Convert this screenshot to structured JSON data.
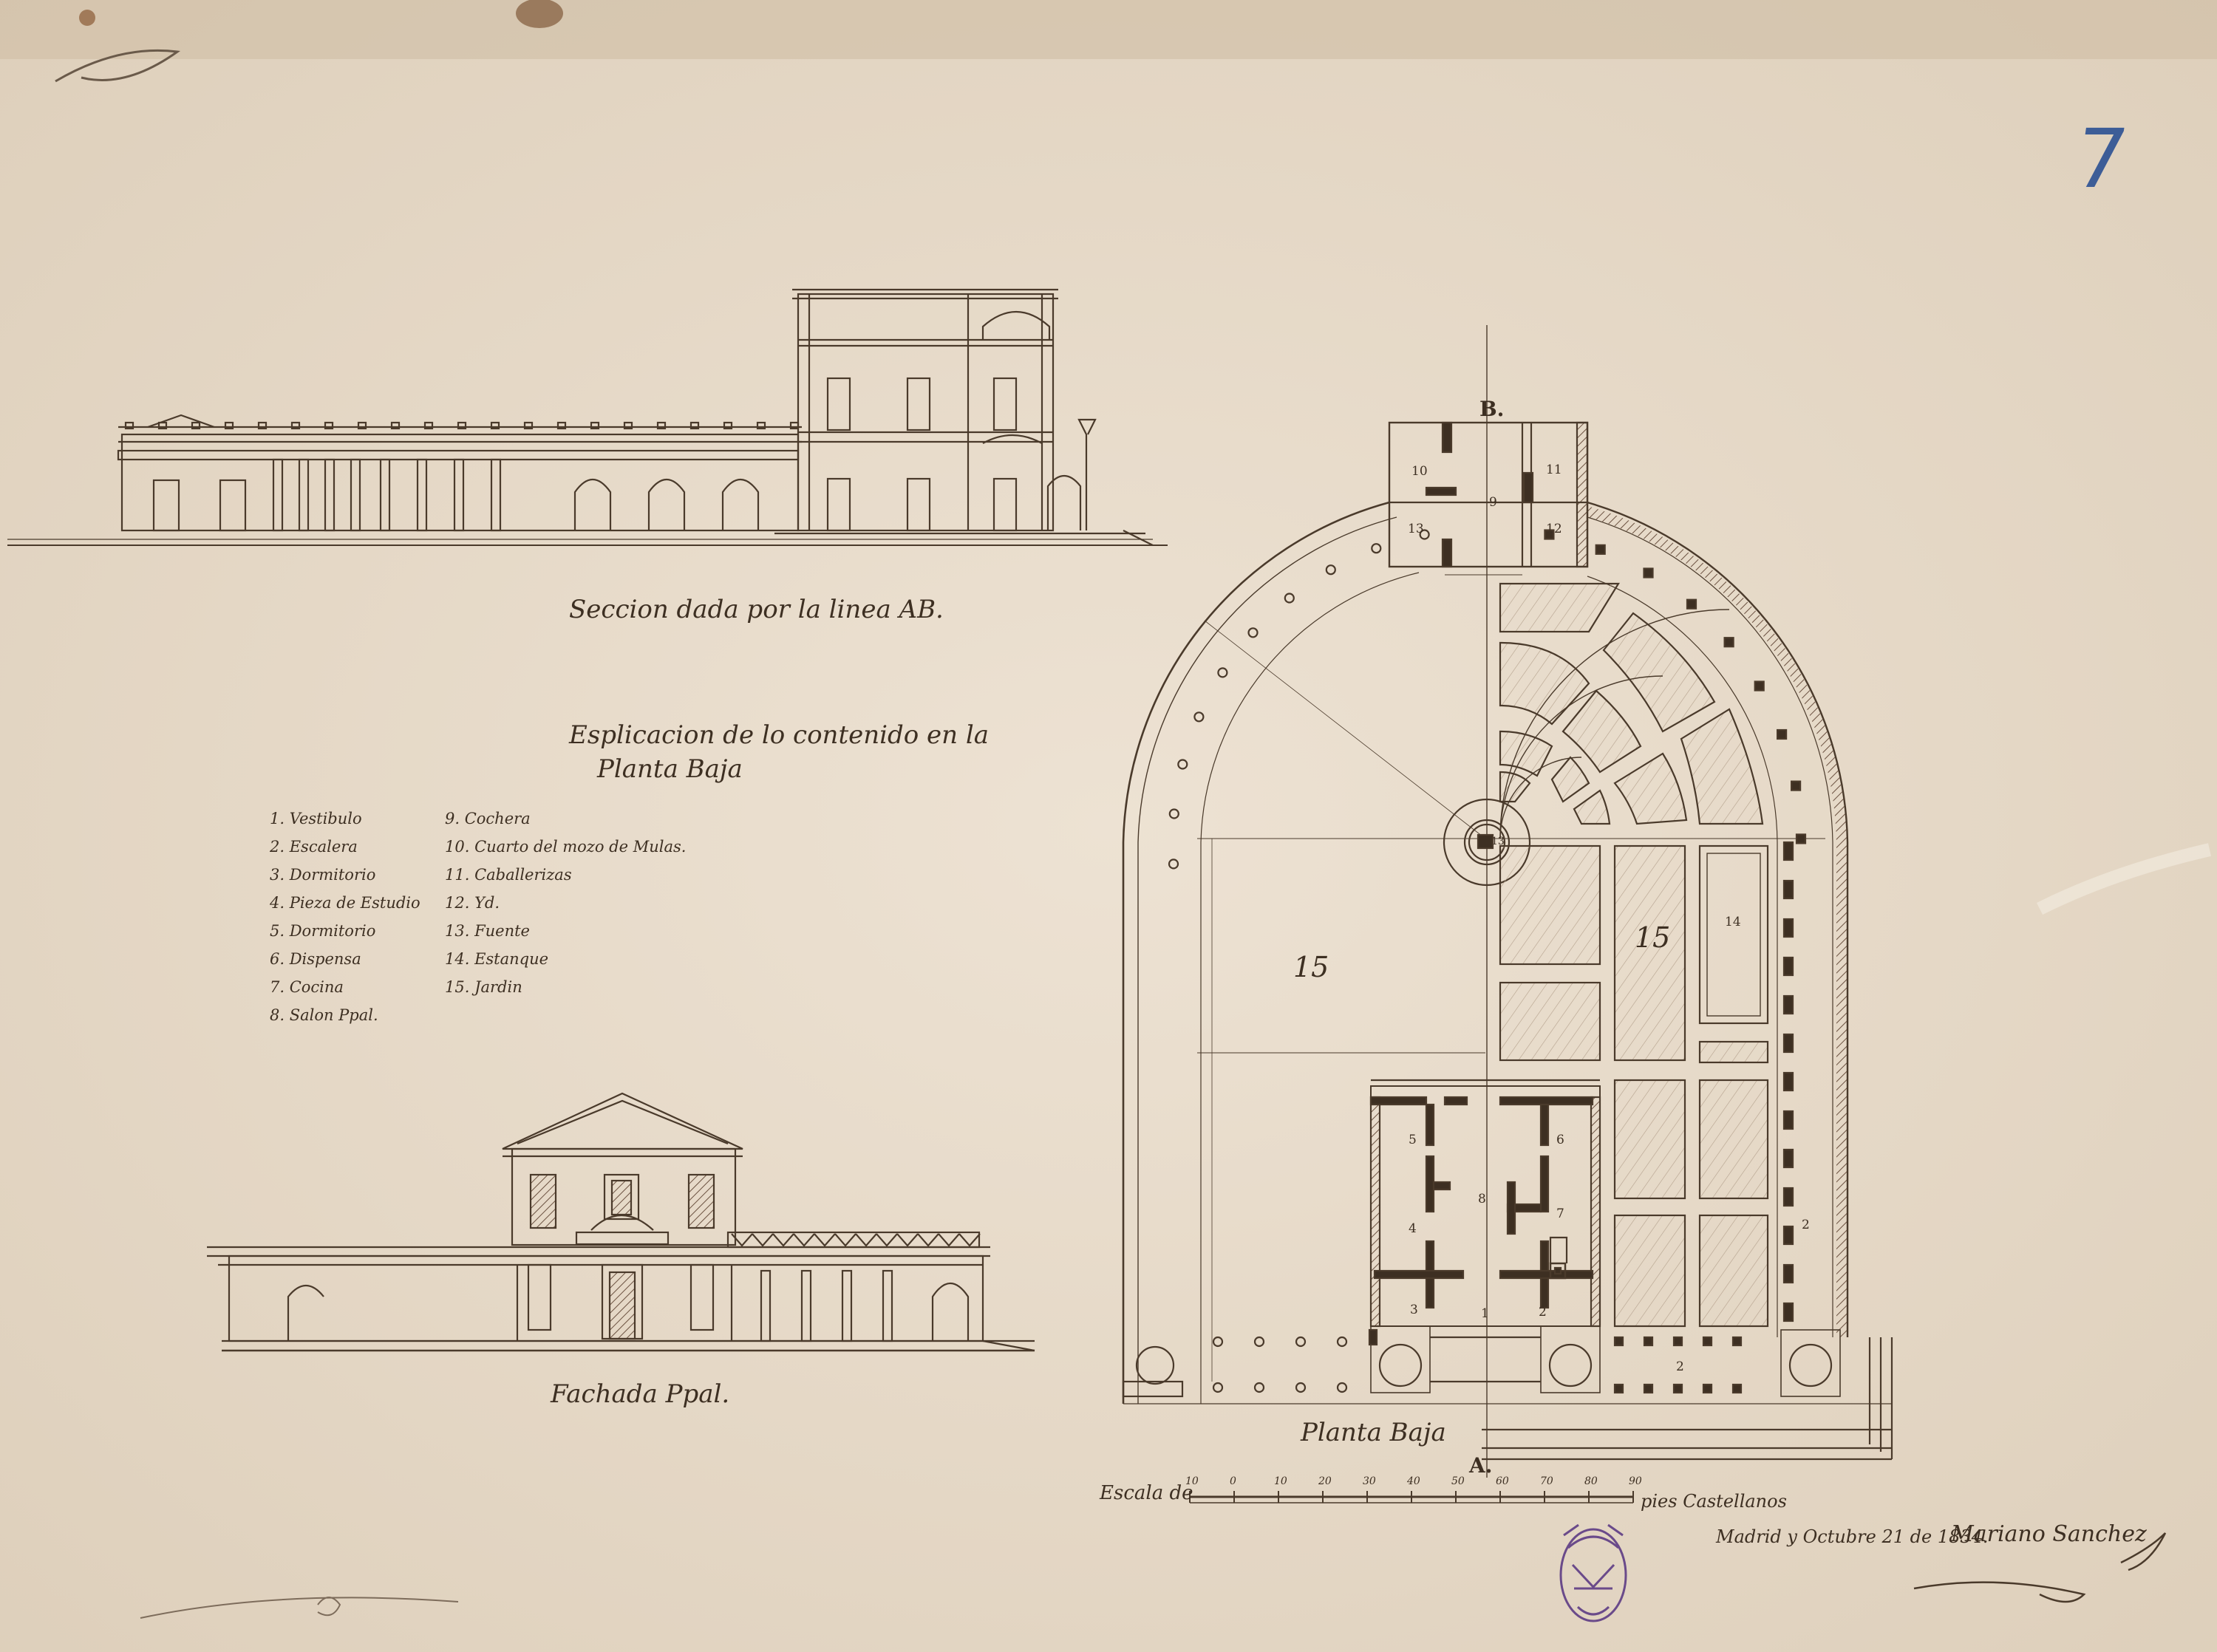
{
  "sheet_number": "7",
  "section_title": "Seccion dada por la linea AB.",
  "facade_title": "Fachada Ppal.",
  "plan_title": "Planta Baja",
  "legend_title_1": "Esplicacion de lo contenido en la",
  "legend_title_2": "Planta Baja",
  "legend_left": [
    {
      "n": "1.",
      "label": "Vestibulo"
    },
    {
      "n": "2.",
      "label": "Escalera"
    },
    {
      "n": "3.",
      "label": "Dormitorio"
    },
    {
      "n": "4.",
      "label": "Pieza de Estudio"
    },
    {
      "n": "5.",
      "label": "Dormitorio"
    },
    {
      "n": "6.",
      "label": "Dispensa"
    },
    {
      "n": "7.",
      "label": "Cocina"
    },
    {
      "n": "8.",
      "label": "Salon Ppal."
    }
  ],
  "legend_right": [
    {
      "n": "9.",
      "label": "Cochera"
    },
    {
      "n": "10.",
      "label": "Cuarto del mozo de Mulas."
    },
    {
      "n": "11.",
      "label": "Caballerizas"
    },
    {
      "n": "12.",
      "label": "Yd."
    },
    {
      "n": "13.",
      "label": "Fuente"
    },
    {
      "n": "14.",
      "label": "Estanque"
    },
    {
      "n": "15.",
      "label": "Jardin"
    }
  ],
  "mark_a": "A.",
  "mark_b": "B.",
  "scale_prefix": "Escala de",
  "scale_units": "pies Castellanos",
  "scale_ticks": [
    "10",
    "0",
    "10",
    "20",
    "30",
    "40",
    "50",
    "60",
    "70",
    "80",
    "90"
  ],
  "date_line": "Madrid y Octubre 21 de 1834.",
  "signature": "Mariano Sanchez",
  "room_numbers": {
    "r10": "10",
    "r9": "9",
    "r11": "11",
    "r13": "13",
    "r12": "12",
    "r15a": "15",
    "r15b": "15",
    "r14": "14",
    "r13b": "13",
    "r5": "5",
    "r6": "6",
    "r8": "8",
    "r4": "4",
    "r7": "7",
    "r3": "3",
    "r1": "1",
    "r2a": "2",
    "r2b": "2",
    "r2c": "2"
  },
  "colors": {
    "paper": "#e9dccb",
    "ink": "#3d2f22",
    "hatch": "#6b5140",
    "stamp": "#6a4a8a",
    "sheet_number": "#3d5d97"
  }
}
